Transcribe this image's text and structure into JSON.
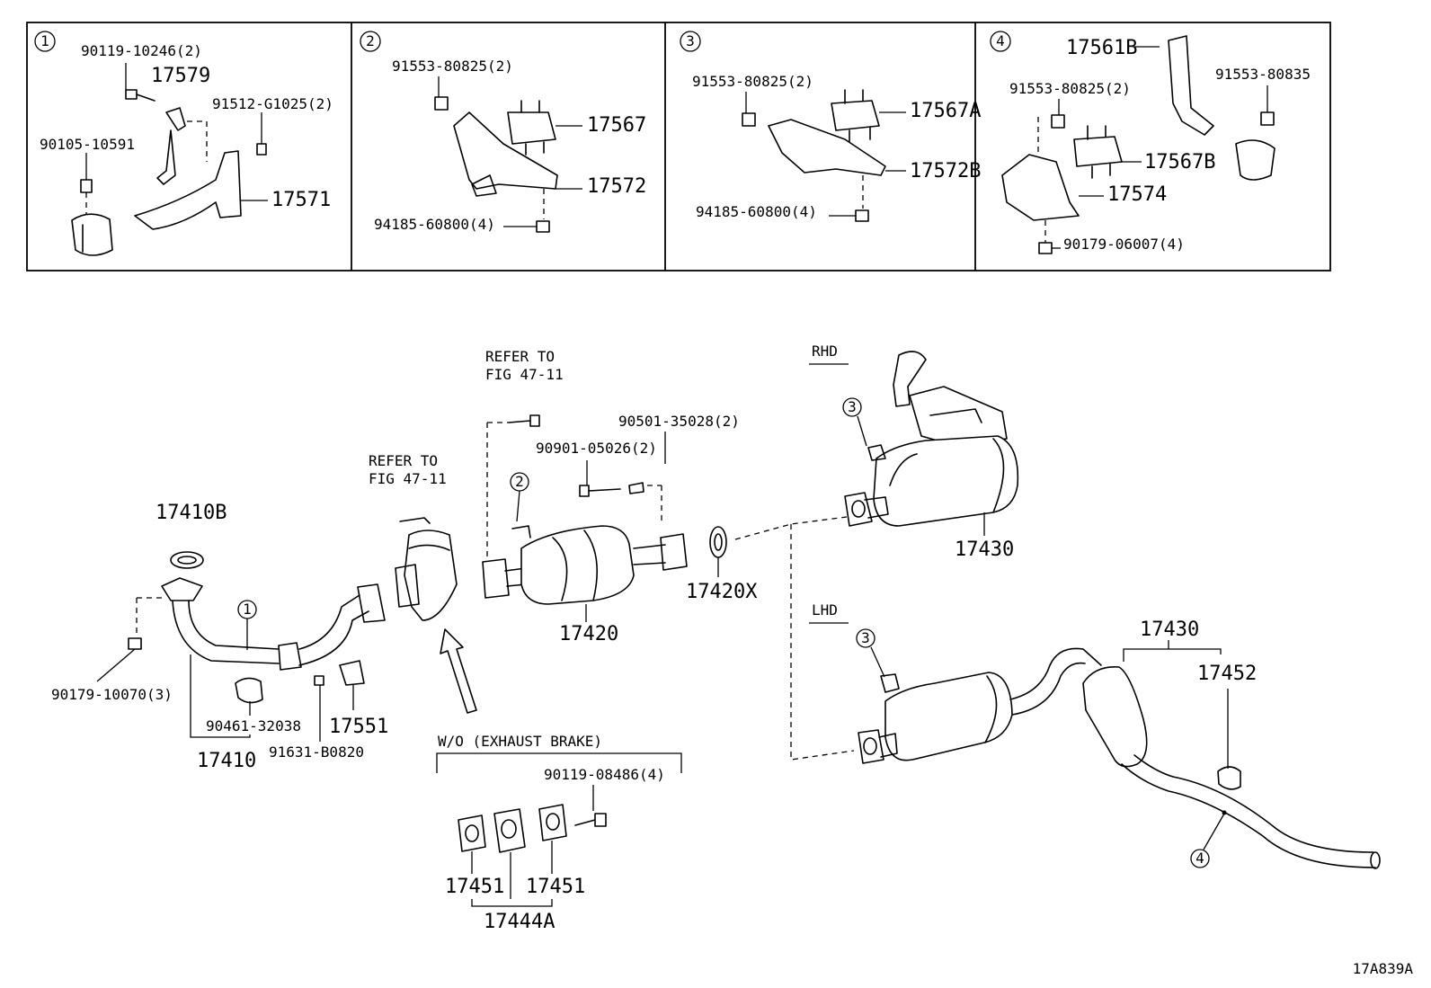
{
  "insets": {
    "one": {
      "marker": "1",
      "parts": {
        "p1": "90119-10246(2)",
        "p2": "17579",
        "p3": "91512-G1025(2)",
        "p4": "90105-10591",
        "p5": "17571"
      }
    },
    "two": {
      "marker": "2",
      "parts": {
        "p1": "91553-80825(2)",
        "p2": "17567",
        "p3": "17572",
        "p4": "94185-60800(4)"
      }
    },
    "three": {
      "marker": "3",
      "parts": {
        "p1": "91553-80825(2)",
        "p2": "17567A",
        "p3": "17572B",
        "p4": "94185-60800(4)"
      }
    },
    "four": {
      "marker": "4",
      "parts": {
        "p1": "17561B",
        "p2": "91553-80825(2)",
        "p3": "91553-80835",
        "p4": "17567B",
        "p5": "17574",
        "p6": "90179-06007(4)"
      }
    }
  },
  "main": {
    "refer1": {
      "line1": "REFER TO",
      "line2": "FIG 47-11"
    },
    "refer2": {
      "line1": "REFER TO",
      "line2": "FIG 47-11"
    },
    "parts": {
      "p17410B": "17410B",
      "p90179_10070": "90179-10070(3)",
      "p90461": "90461-32038",
      "p17410": "17410",
      "p17551": "17551",
      "p91631": "91631-B0820",
      "p90501": "90501-35028(2)",
      "p90901": "90901-05026(2)",
      "p17420": "17420",
      "p17420X": "17420X",
      "p17430_rhd": "17430",
      "p17430_lhd": "17430",
      "p17452": "17452",
      "p90119_08486": "90119-08486(4)",
      "p17451a": "17451",
      "p17451b": "17451",
      "p17444A": "17444A"
    },
    "rhd": "RHD",
    "lhd": "LHD",
    "wo_exhaust_brake": "W/O (EXHAUST BRAKE)",
    "markers": {
      "m1": "1",
      "m2": "2",
      "m3a": "3",
      "m3b": "3",
      "m4": "4"
    }
  },
  "figure_id": "17A839A"
}
